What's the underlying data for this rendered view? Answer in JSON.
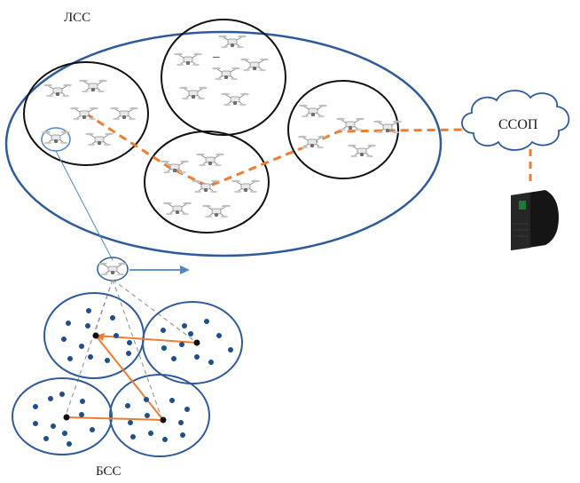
{
  "labels": {
    "top_network": "ЛСС",
    "cloud": "ССОП",
    "bottom_network": "БСС",
    "stray_mark": "–"
  },
  "colors": {
    "ellipse_stroke": "#2f5b9a",
    "cluster_stroke": "#111111",
    "orange_link": "#ed7d31",
    "blue_line": "#4f86c6",
    "sensor_dot": "#1f4e8c",
    "gray_dashed": "#9a9a9a"
  },
  "icons": {
    "drone": "drone-icon",
    "server": "server-icon",
    "cloud": "cloud-icon"
  }
}
